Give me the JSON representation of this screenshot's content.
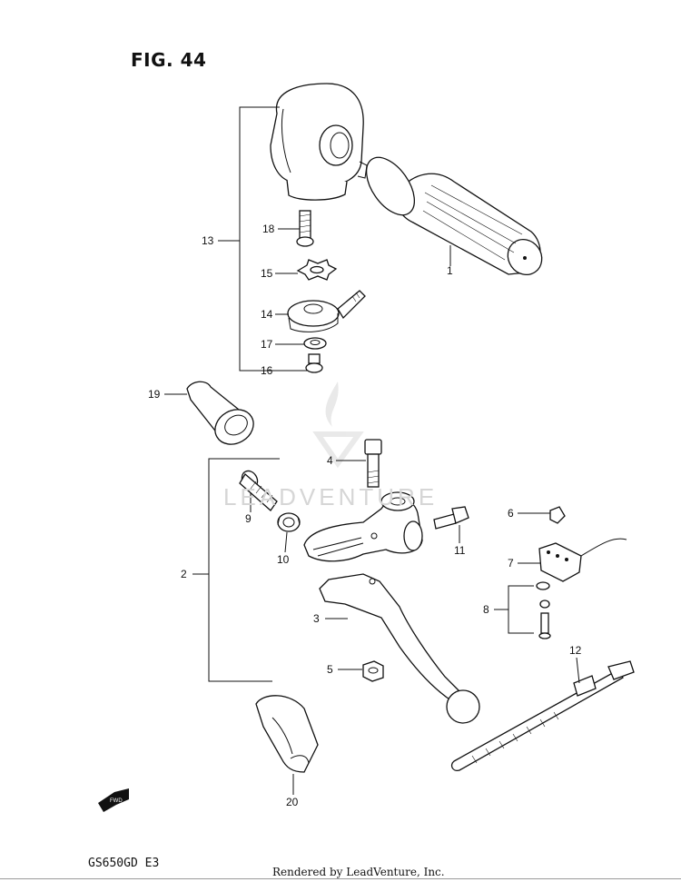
{
  "figure": {
    "title": "FIG. 44",
    "model_code": "GS650GD  E3"
  },
  "footer": {
    "credit": "Rendered by LeadVenture, Inc."
  },
  "watermark": {
    "text": "LEADVENTURE"
  },
  "callouts": [
    {
      "id": "1",
      "label": "1"
    },
    {
      "id": "2",
      "label": "2"
    },
    {
      "id": "3",
      "label": "3"
    },
    {
      "id": "4",
      "label": "4"
    },
    {
      "id": "5",
      "label": "5"
    },
    {
      "id": "6",
      "label": "6"
    },
    {
      "id": "7",
      "label": "7"
    },
    {
      "id": "8",
      "label": "8"
    },
    {
      "id": "9",
      "label": "9"
    },
    {
      "id": "10",
      "label": "10"
    },
    {
      "id": "11",
      "label": "11"
    },
    {
      "id": "12",
      "label": "12"
    },
    {
      "id": "13",
      "label": "13"
    },
    {
      "id": "14",
      "label": "14"
    },
    {
      "id": "15",
      "label": "15"
    },
    {
      "id": "16",
      "label": "16"
    },
    {
      "id": "17",
      "label": "17"
    },
    {
      "id": "18",
      "label": "18"
    },
    {
      "id": "19",
      "label": "19"
    },
    {
      "id": "20",
      "label": "20"
    }
  ],
  "fwd_arrow": {
    "text": "FWD",
    "icon": "fwd-arrow-icon"
  }
}
